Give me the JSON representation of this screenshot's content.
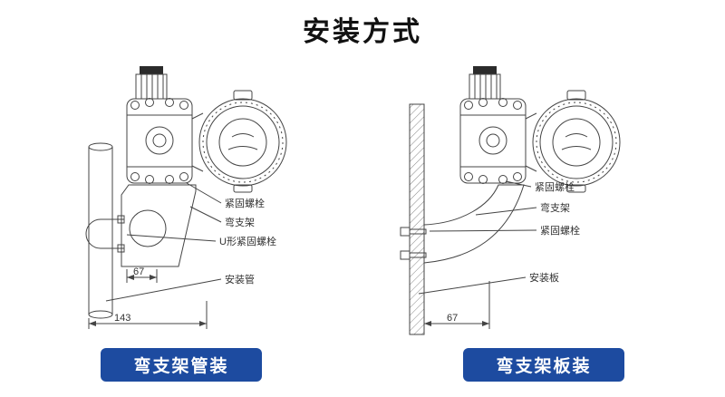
{
  "page": {
    "title": "安装方式"
  },
  "colors": {
    "accent_button": "#1d4ba0",
    "button_text": "#ffffff",
    "drawing_line": "#444444"
  },
  "figures": {
    "left": {
      "caption": "弯支架管装",
      "labels": {
        "fastening_bolt": "紧固螺栓",
        "bent_bracket": "弯支架",
        "u_bolt": "U形紧固螺栓",
        "mounting_pipe": "安装管"
      },
      "dims": {
        "d67": "67",
        "d143": "143"
      }
    },
    "right": {
      "caption": "弯支架板装",
      "labels": {
        "fastening_bolt_top": "紧固螺栓",
        "bent_bracket": "弯支架",
        "fastening_bolt_wall": "紧固螺栓",
        "mounting_plate": "安装板"
      },
      "dims": {
        "d67": "67"
      }
    }
  }
}
